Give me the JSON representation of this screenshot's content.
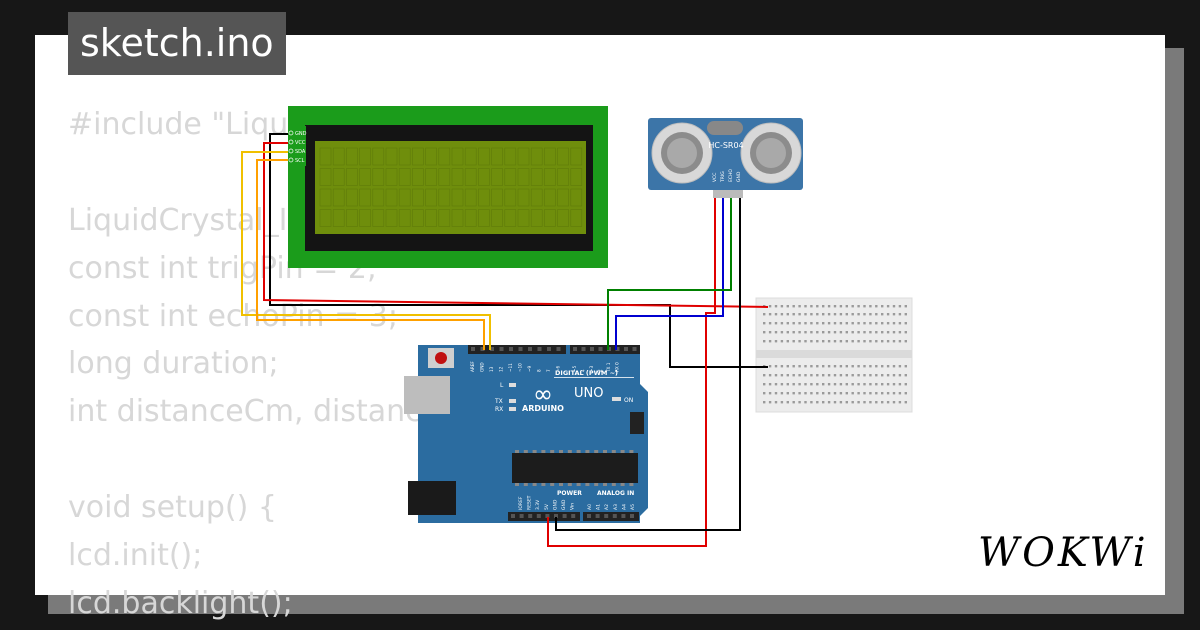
{
  "title": "sketch.ino",
  "code_lines": [
    "#include \"LiquidCrystal_I2C.h\"",
    "",
    "LiquidCrystal_I2C lcd(0x27, 20, 4);",
    "const int trigPin = 2;",
    "const int echoPin = 3;",
    "long duration;",
    "int distanceCm, distanceInch;",
    "",
    "void setup() {",
    "lcd.init();",
    "lcd.backlight();"
  ],
  "lcd": {
    "pins": [
      "GND",
      "VCC",
      "SDA",
      "SCL"
    ]
  },
  "sensor": {
    "model": "HC-SR04",
    "pins": [
      "VCC",
      "TRIG",
      "ECHO",
      "GND"
    ]
  },
  "arduino": {
    "brand": "ARDUINO",
    "model": "UNO",
    "logo": "∞",
    "digital_label": "DIGITAL (PWM ~)",
    "power_label": "POWER",
    "analog_label": "ANALOG IN",
    "led_labels": [
      "L",
      "TX",
      "RX"
    ],
    "on_label": "ON",
    "top_header_labels": [
      "AREF",
      "GND",
      "13",
      "12",
      "~11",
      "~10",
      "~9",
      "8",
      "7",
      "~6",
      "~5",
      "4",
      "~3",
      "2",
      "TX 1",
      "RX 0"
    ],
    "power_pin_labels": [
      "IOREF",
      "RESET",
      "3.3V",
      "5V",
      "GND",
      "GND",
      "Vin"
    ],
    "analog_pin_labels": [
      "A0",
      "A1",
      "A2",
      "A3",
      "A4",
      "A5"
    ]
  },
  "wire_colors": {
    "gnd": "#000000",
    "vcc": "#e00000",
    "sda": "#f0c000",
    "scl": "#ffa000",
    "trig": "#0000d0",
    "echo": "#008000"
  },
  "brand_logo": "WOKWi",
  "colors": {
    "board": "#2b6ca0",
    "lcd_frame": "#1b9c1b",
    "lcd_screen": "#6f8e0c",
    "sensor_board": "#3c75a8",
    "breadboard": "#ececec"
  }
}
